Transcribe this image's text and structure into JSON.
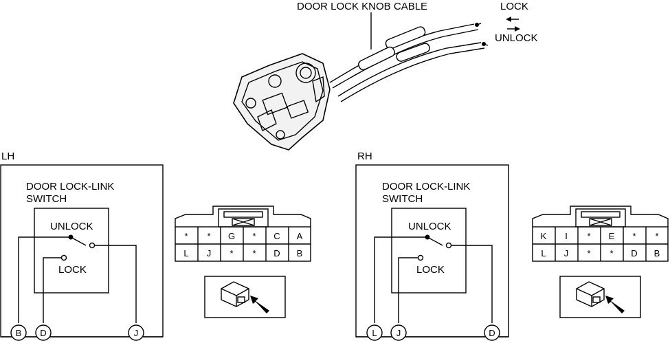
{
  "header": {
    "cable_label": "DOOR LOCK KNOB CABLE",
    "lock_label": "LOCK",
    "unlock_label": "UNLOCK"
  },
  "lh": {
    "side_label": "LH",
    "switch_title_1": "DOOR LOCK-LINK",
    "switch_title_2": "SWITCH",
    "unlock_label": "UNLOCK",
    "lock_label": "LOCK",
    "pins": [
      "B",
      "D",
      "J"
    ],
    "connector": {
      "row1": [
        "*",
        "*",
        "G",
        "*",
        "C",
        "A"
      ],
      "row2": [
        "L",
        "J",
        "*",
        "*",
        "D",
        "B"
      ]
    }
  },
  "rh": {
    "side_label": "RH",
    "switch_title_1": "DOOR LOCK-LINK",
    "switch_title_2": "SWITCH",
    "unlock_label": "UNLOCK",
    "lock_label": "LOCK",
    "pins": [
      "L",
      "J",
      "D"
    ],
    "connector": {
      "row1": [
        "K",
        "I",
        "*",
        "E",
        "*",
        "*"
      ],
      "row2": [
        "L",
        "J",
        "*",
        "*",
        "D",
        "B"
      ]
    }
  }
}
